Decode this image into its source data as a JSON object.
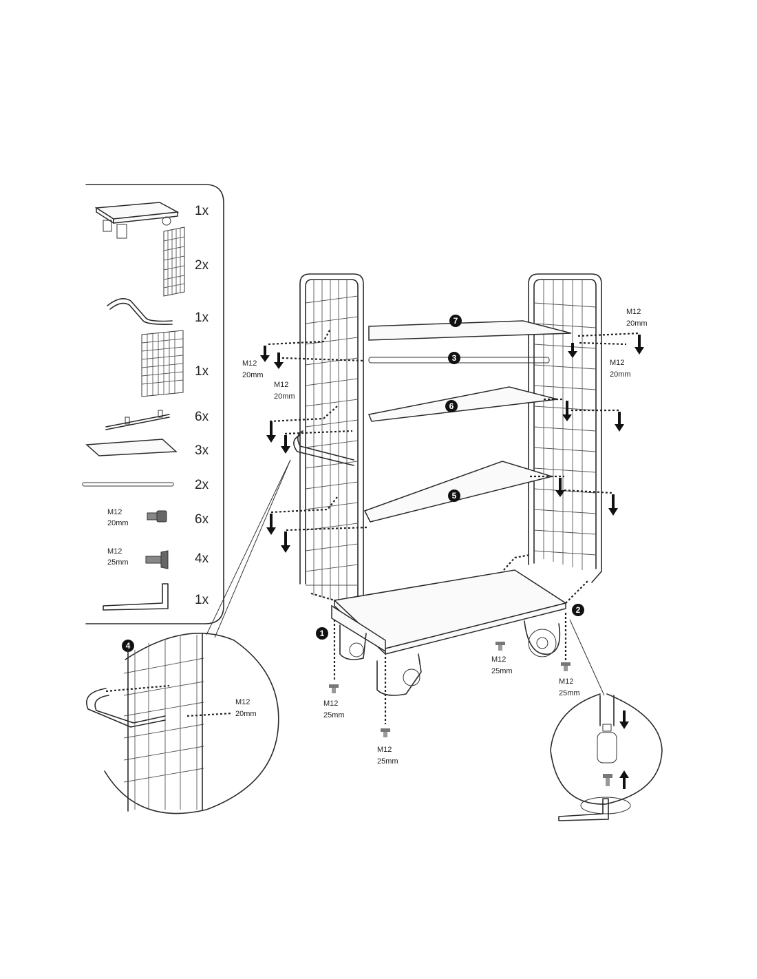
{
  "parts_list": [
    {
      "icon": "base-trolley-icon",
      "qty": "1x"
    },
    {
      "icon": "side-mesh-panel-icon",
      "qty": "2x"
    },
    {
      "icon": "push-handle-icon",
      "qty": "1x"
    },
    {
      "icon": "back-mesh-panel-icon",
      "qty": "1x"
    },
    {
      "icon": "shelf-bracket-icon",
      "qty": "6x"
    },
    {
      "icon": "shelf-board-icon",
      "qty": "3x"
    },
    {
      "icon": "cross-bar-icon",
      "qty": "2x"
    },
    {
      "icon": "bolt-icon",
      "spec": "M12",
      "size": "20mm",
      "qty": "6x"
    },
    {
      "icon": "bolt-icon",
      "spec": "M12",
      "size": "25mm",
      "qty": "4x"
    },
    {
      "icon": "allen-key-icon",
      "qty": "1x"
    }
  ],
  "steps": [
    "1",
    "2",
    "3",
    "4",
    "5",
    "6",
    "7"
  ],
  "screw_spec": "M12",
  "screw_20": "20mm",
  "screw_25": "25mm",
  "colors": {
    "line": "#2a2a2a",
    "marker": "#111111"
  }
}
